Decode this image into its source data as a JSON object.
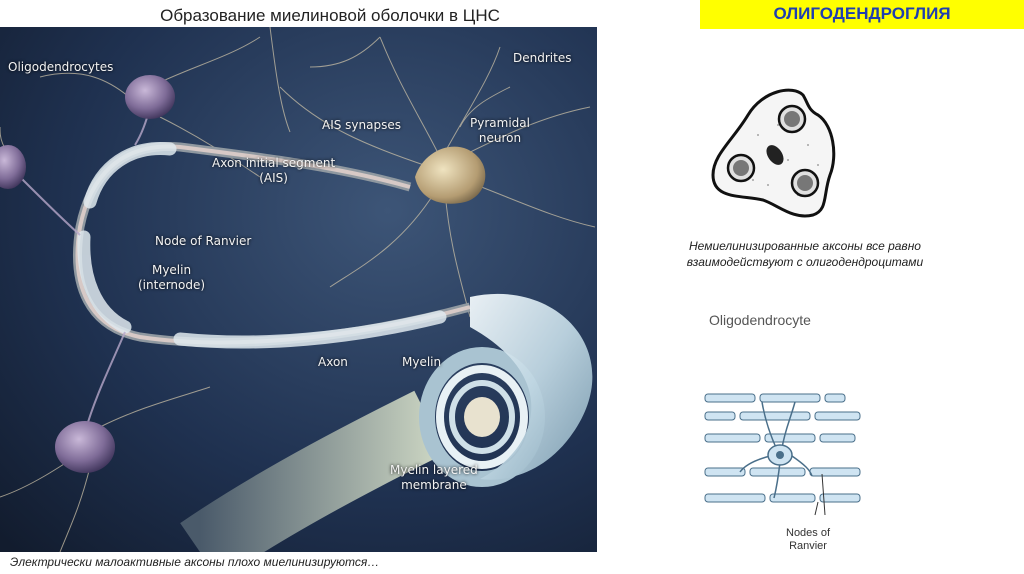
{
  "title": "Образование миелиновой оболочки в ЦНС",
  "badge": "ОЛИГОДЕНДРОГЛИЯ",
  "diagram_labels": {
    "oligodendrocytes": "Oligodendrocytes",
    "ais_synapses": "AIS synapses",
    "dendrites": "Dendrites",
    "pyramidal_neuron_line1": "Pyramidal",
    "pyramidal_neuron_line2": "neuron",
    "axon_initial_segment_line1": "Axon initial segment",
    "axon_initial_segment_line2": "(AIS)",
    "node_of_ranvier": "Node of Ranvier",
    "myelin_internode_line1": "Myelin",
    "myelin_internode_line2": "(internode)",
    "axon": "Axon",
    "myelin": "Myelin",
    "myelin_layered_line1": "Myelin layered",
    "myelin_layered_line2": "membrane"
  },
  "caption_bottom": "Электрически малоактивные аксоны плохо миелинизируются…",
  "caption_right_line1": "Немиелинизированные аксоны  все равно",
  "caption_right_line2": "взаимодействуют с олигодендроцитами",
  "oligodendrocyte_label": "Oligodendrocyte",
  "nodes_label_line1": "Nodes of",
  "nodes_label_line2": "Ranvier"
}
